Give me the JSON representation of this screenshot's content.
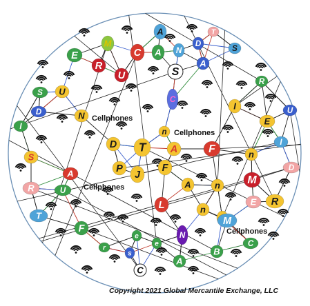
{
  "diagram": {
    "caption_labels": [
      "Cellphones",
      "Cellphones",
      "Cellphones",
      "Cellphones"
    ],
    "copyright": "Copyright 2021 Global Mercantile Exchange, LLC",
    "nodes": [
      {
        "letter": "A",
        "color": "#4fa3d8",
        "text_color": "#1a1a1a"
      },
      {
        "letter": "T",
        "color": "#f2a5a5",
        "text_color": "#ffffff"
      },
      {
        "letter": "M",
        "color": "#8dc63f",
        "text_color": "#d8c400"
      },
      {
        "letter": "C",
        "color": "#d83a2e",
        "text_color": "#ffffff"
      },
      {
        "letter": "A",
        "color": "#3aa04a",
        "text_color": "#ffffff"
      },
      {
        "letter": "N",
        "color": "#4fa3d8",
        "text_color": "#ffffff"
      },
      {
        "letter": "D",
        "color": "#3a5fcd",
        "text_color": "#ffffff"
      },
      {
        "letter": "S",
        "color": "#4fa3d8",
        "text_color": "#1a1a1a"
      },
      {
        "letter": "E",
        "color": "#3aa04a",
        "text_color": "#ffffff"
      },
      {
        "letter": "R",
        "color": "#c8202a",
        "text_color": "#ffffff"
      },
      {
        "letter": "U",
        "color": "#c8202a",
        "text_color": "#ffffff"
      },
      {
        "letter": "S",
        "color": "#ffffff",
        "text_color": "#111111"
      },
      {
        "letter": "A",
        "color": "#3a5fcd",
        "text_color": "#ffffff"
      },
      {
        "letter": "R",
        "color": "#3aa04a",
        "text_color": "#ffffff"
      },
      {
        "letter": "S",
        "color": "#3aa04a",
        "text_color": "#ffffff"
      },
      {
        "letter": "U",
        "color": "#f4c430",
        "text_color": "#1a1a1a"
      },
      {
        "letter": "C",
        "color": "#5b6ee0",
        "text_color": "#ff66cc"
      },
      {
        "letter": "I",
        "color": "#f4c430",
        "text_color": "#1a1a1a"
      },
      {
        "letter": "U",
        "color": "#3a5fcd",
        "text_color": "#ffffff"
      },
      {
        "letter": "D",
        "color": "#3a5fcd",
        "text_color": "#ffffff"
      },
      {
        "letter": "N",
        "color": "#f4c430",
        "text_color": "#1a1a1a"
      },
      {
        "letter": "n",
        "color": "#f4c430",
        "text_color": "#1a1a1a"
      },
      {
        "letter": "E",
        "color": "#f4c430",
        "text_color": "#1a1a1a"
      },
      {
        "letter": "I",
        "color": "#3aa04a",
        "text_color": "#ffffff"
      },
      {
        "letter": "D",
        "color": "#f4c430",
        "text_color": "#1a1a1a"
      },
      {
        "letter": "T",
        "color": "#f4c430",
        "text_color": "#1a1a1a"
      },
      {
        "letter": "A",
        "color": "#f4c430",
        "text_color": "#d83a2e"
      },
      {
        "letter": "F",
        "color": "#d83a2e",
        "text_color": "#ffffff"
      },
      {
        "letter": "n",
        "color": "#f4c430",
        "text_color": "#1a1a1a"
      },
      {
        "letter": "I",
        "color": "#4fa3d8",
        "text_color": "#ffffff"
      },
      {
        "letter": "S",
        "color": "#f4c430",
        "text_color": "#d83a2e"
      },
      {
        "letter": "P",
        "color": "#f4c430",
        "text_color": "#1a1a1a"
      },
      {
        "letter": "J",
        "color": "#f4c430",
        "text_color": "#1a1a1a"
      },
      {
        "letter": "F",
        "color": "#f4c430",
        "text_color": "#1a1a1a"
      },
      {
        "letter": "D",
        "color": "#f2a5a5",
        "text_color": "#ffffff"
      },
      {
        "letter": "A",
        "color": "#d83a2e",
        "text_color": "#ffffff"
      },
      {
        "letter": "n",
        "color": "#f4c430",
        "text_color": "#1a1a1a"
      },
      {
        "letter": "M",
        "color": "#c8202a",
        "text_color": "#ffffff"
      },
      {
        "letter": "R",
        "color": "#f2a5a5",
        "text_color": "#ffffff"
      },
      {
        "letter": "U",
        "color": "#3aa04a",
        "text_color": "#ffffff"
      },
      {
        "letter": "A",
        "color": "#f4c430",
        "text_color": "#1a1a1a"
      },
      {
        "letter": "n",
        "color": "#f4c430",
        "text_color": "#1a1a1a"
      },
      {
        "letter": "E",
        "color": "#f2a5a5",
        "text_color": "#ffffff"
      },
      {
        "letter": "R",
        "color": "#f4c430",
        "text_color": "#1a1a1a"
      },
      {
        "letter": "L",
        "color": "#d83a2e",
        "text_color": "#ffffff"
      },
      {
        "letter": "n",
        "color": "#f4c430",
        "text_color": "#1a1a1a"
      },
      {
        "letter": "T",
        "color": "#4fa3d8",
        "text_color": "#ffffff"
      },
      {
        "letter": "M",
        "color": "#4fa3d8",
        "text_color": "#ffffff"
      },
      {
        "letter": "F",
        "color": "#3aa04a",
        "text_color": "#ffffff"
      },
      {
        "letter": "N",
        "color": "#6a1bb0",
        "text_color": "#ffffff"
      },
      {
        "letter": "e",
        "color": "#3aa04a",
        "text_color": "#ffffff"
      },
      {
        "letter": "e",
        "color": "#3aa04a",
        "text_color": "#ffffff"
      },
      {
        "letter": "C",
        "color": "#3aa04a",
        "text_color": "#ffffff"
      },
      {
        "letter": "r",
        "color": "#3aa04a",
        "text_color": "#ffffff"
      },
      {
        "letter": "s",
        "color": "#3a5fcd",
        "text_color": "#ffffff"
      },
      {
        "letter": "B",
        "color": "#3aa04a",
        "text_color": "#ffffff"
      },
      {
        "letter": "C",
        "color": "#ffffff",
        "text_color": "#111111"
      },
      {
        "letter": "A",
        "color": "#3aa04a",
        "text_color": "#ffffff"
      }
    ]
  }
}
